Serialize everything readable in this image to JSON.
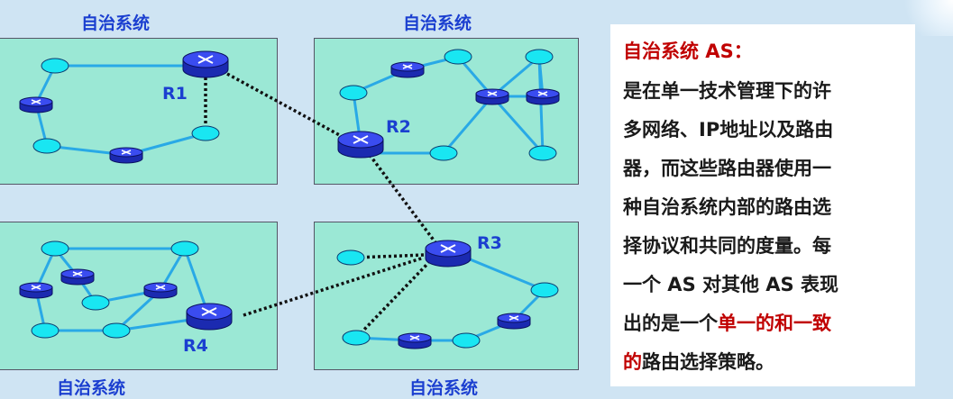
{
  "autonomous_system_labels": [
    "自治系统",
    "自治系统",
    "自治系统",
    "自治系统"
  ],
  "routers": {
    "r1": "R1",
    "r2": "R2",
    "r3": "R3",
    "r4": "R4"
  },
  "info": {
    "title": "自治系统 AS：",
    "lines": [
      "是在单一技术管理下的许",
      "多网络、IP地址以及路由",
      "器，而这些路由器使用一",
      "种自治系统内部的路由选",
      "择协议和共同的度量。每",
      "一个 AS 对其他 AS 表现"
    ],
    "line7_prefix": "出的是一个",
    "line7_highlight": "单一的和一致",
    "line8_highlight": "的",
    "line8_suffix": "路由选择策略。"
  },
  "colors": {
    "box_fill": "#9be8d5",
    "link": "#29a9e6",
    "router": "#2a3ad6",
    "node": "#19e6f2",
    "highlight": "#c00000",
    "label": "#1b3fd0"
  }
}
